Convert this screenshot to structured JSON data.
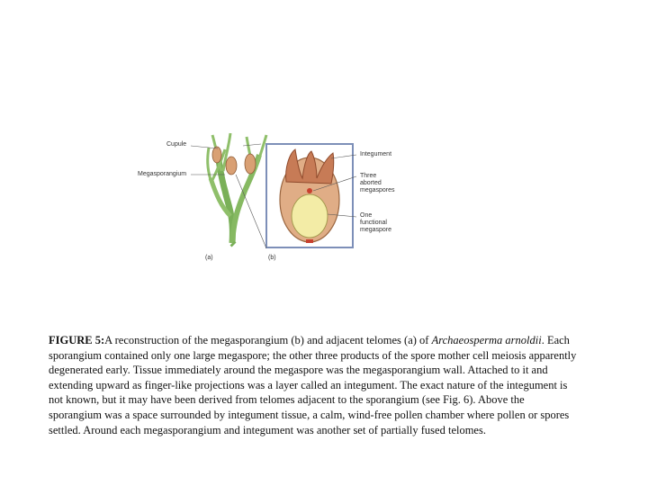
{
  "figure": {
    "labels": {
      "cupule": "Cupule",
      "megasporangium": "Megasporangium",
      "integument": "Integument",
      "aborted_line1": "Three",
      "aborted_line2": "aborted",
      "aborted_line3": "megaspores",
      "functional_line1": "One",
      "functional_line2": "functional",
      "functional_line3": "megaspore",
      "panel_a": "(a)",
      "panel_b": "(b)"
    }
  },
  "caption": {
    "label": "FIGURE 5:",
    "part1": "A reconstruction of the megasporangium (b) and adjacent telomes (a) of ",
    "genus": "Archaeosperma",
    "species": "arnoldii",
    "part2": ". Each sporangium contained only one large megaspore; the other three products of the spore mother cell meiosis apparently degenerated early. Tissue immediately around the megaspore was the megasporangium wall. Attached to it and extending upward as finger-like projections was a layer called an integument. The exact nature of the integument is not known, but it may have been derived from telomes adjacent to the sporangium (see Fig. 6). Above the sporangium was a space surrounded by integument tissue, a calm, wind-free pollen chamber where pollen or spores settled. Around each megasporangium and integument was another set of partially fused telomes."
  },
  "colors": {
    "stem_green": "#8fbf6a",
    "stem_dark": "#5e8f45",
    "sporangium": "#d9a074",
    "megaspore": "#f3eca6",
    "integument_red": "#c8402e",
    "box_blue": "#7d8fb8"
  }
}
